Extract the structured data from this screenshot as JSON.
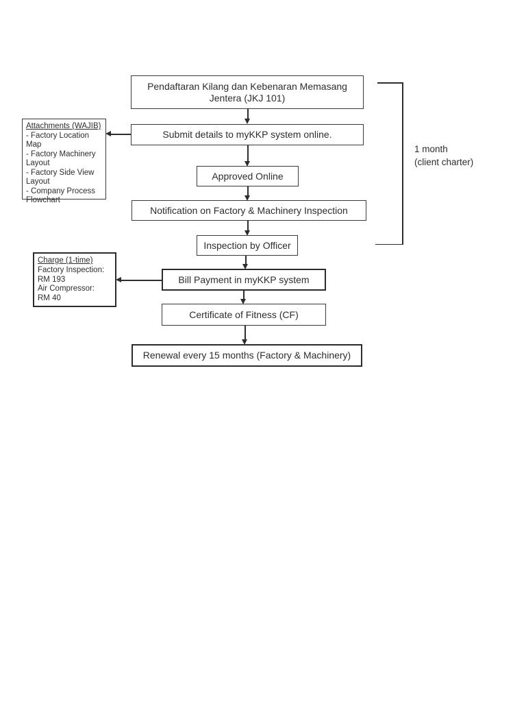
{
  "diagram_title_context": "myKKP factory and machinery registration flowchart",
  "colors": {
    "ink": "#2d2d2d",
    "page_background": "#ffffff"
  },
  "flow": {
    "steps": [
      {
        "label": "Pendaftaran Kilang dan Kebenaran Memasang Jentera (JKJ 101)"
      },
      {
        "label": "Submit details to myKKP system online."
      },
      {
        "label": "Approved Online"
      },
      {
        "label": "Notification on Factory & Machinery Inspection"
      },
      {
        "label": "Inspection by Officer"
      },
      {
        "label": "Bill Payment in myKKP system"
      },
      {
        "label": "Certificate of Fitness (CF)"
      },
      {
        "label": "Renewal every 15 months (Factory & Machinery)"
      }
    ]
  },
  "attachments_note": {
    "heading": "Attachments (WAJIB)",
    "lines": [
      "- Factory Location Map",
      "- Factory Machinery",
      "Layout",
      "- Factory Side View",
      "Layout",
      "- Company Process",
      "Flowchart"
    ]
  },
  "charge_note": {
    "heading": "Charge (1-time)",
    "lines": [
      "Factory Inspection:",
      "RM 193",
      "Air Compressor:",
      "RM 40"
    ]
  },
  "duration_label": {
    "line1": "1 month",
    "line2": "(client charter)"
  }
}
